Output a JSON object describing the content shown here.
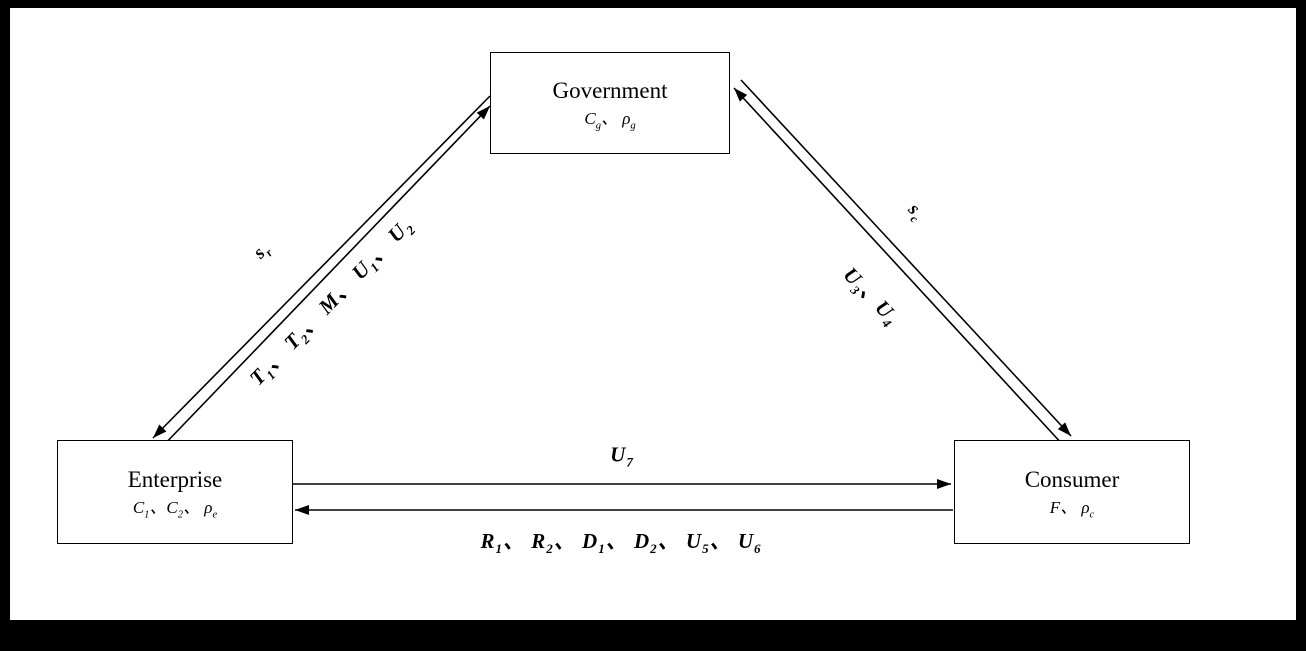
{
  "colors": {
    "line": "#000000",
    "background": "#ffffff",
    "frame": "#000000"
  },
  "nodes": {
    "government": {
      "title": "Government",
      "subtitle": "C_g、 ρ_g"
    },
    "enterprise": {
      "title": "Enterprise",
      "subtitle": "C_1、C_2、 ρ_e"
    },
    "consumer": {
      "title": "Consumer",
      "subtitle": "F、 ρ_c"
    }
  },
  "edges": {
    "enterprise_government": {
      "upper_label": "s_r",
      "lower_label": "T_1、 T_2、 M、 U_1、 U_2"
    },
    "government_consumer": {
      "upper_label": "s_c",
      "lower_label": "U_3、U_4"
    },
    "enterprise_consumer": {
      "upper_label": "U_7",
      "lower_label": "R_1、 R_2、 D_1、 D_2、 U_5、 U_6"
    }
  }
}
